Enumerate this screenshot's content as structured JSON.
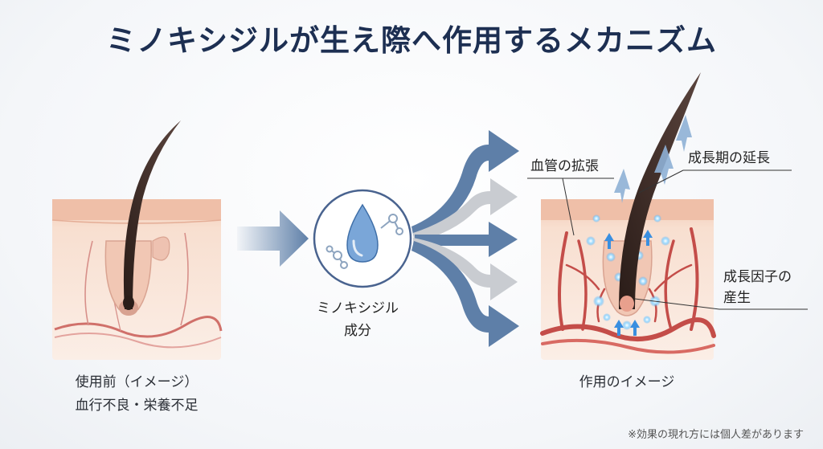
{
  "title": "ミノキシジルが生え際へ作用するメカニズム",
  "before": {
    "caption_line1": "使用前（イメージ）",
    "caption_line2": "血行不良・栄養不足"
  },
  "ingredient": {
    "label_line1": "ミノキシジル",
    "label_line2": "成分"
  },
  "after": {
    "caption": "作用のイメージ",
    "callouts": {
      "vasodilation": "血管の拡張",
      "anagen": "成長期の延長",
      "growth_factor_line1": "成長因子の",
      "growth_factor_line2": "産生"
    }
  },
  "footnote": "※効果の現れ方には個人差があります",
  "colors": {
    "title": "#1d2f52",
    "arrow_blue": "#5e7fa8",
    "arrow_gray": "#c9ccd1",
    "skin": "#f7d9c6",
    "skin_dark": "#eab8a3",
    "vessel": "#c85a55",
    "hair": "#3a2a25"
  }
}
